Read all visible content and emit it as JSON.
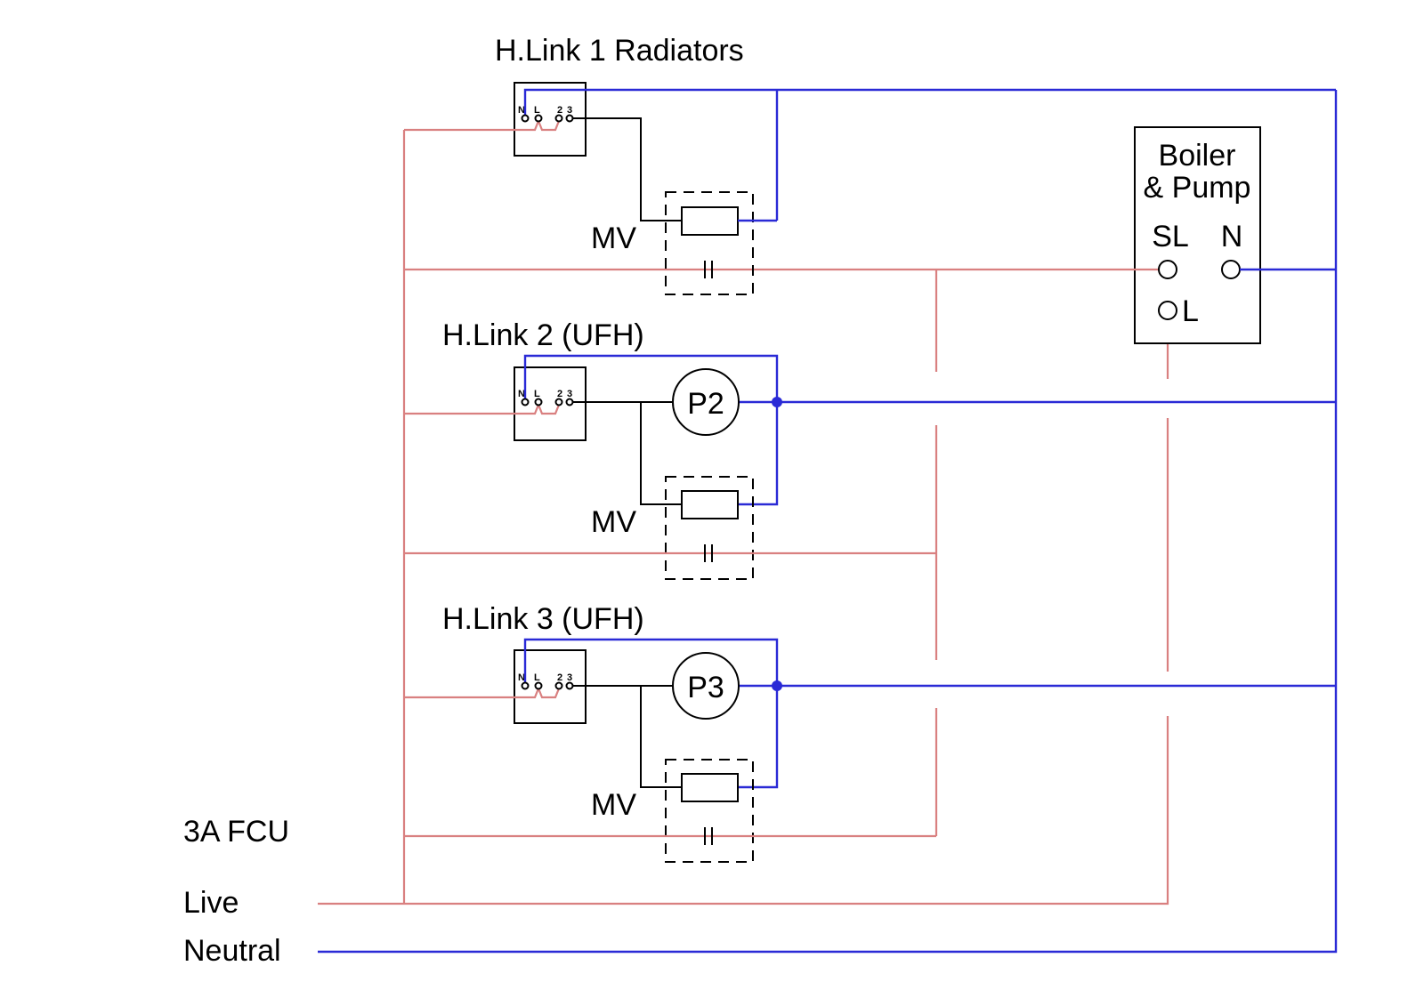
{
  "diagram": {
    "title": "Heating wiring diagram",
    "zones": [
      {
        "label": "H.Link 1 Radiators",
        "valve_label": "MV",
        "pump_label": null
      },
      {
        "label": "H.Link 2 (UFH)",
        "valve_label": "MV",
        "pump_label": "P2"
      },
      {
        "label": "H.Link 3 (UFH)",
        "valve_label": "MV",
        "pump_label": "P3"
      }
    ],
    "switch_terminals": [
      "N",
      "L",
      "2",
      "3"
    ],
    "boiler": {
      "title_line1": "Boiler",
      "title_line2": "& Pump",
      "terminals": {
        "sl": "SL",
        "n": "N",
        "l": "L"
      }
    },
    "supply": {
      "fcu_label": "3A FCU",
      "live_label": "Live",
      "neutral_label": "Neutral"
    },
    "colors": {
      "live": "#d98080",
      "neutral": "#2a2ad6",
      "switched": "#000000"
    }
  }
}
